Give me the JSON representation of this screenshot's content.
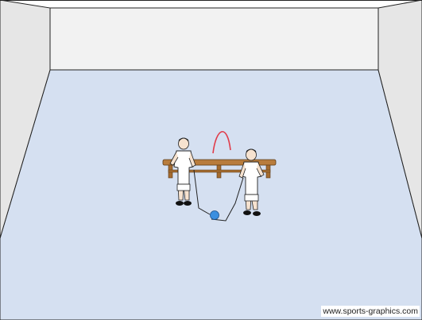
{
  "watermark": "www.sports-graphics.com",
  "scene": {
    "description_free": true,
    "floor_color": "#d5e0f1",
    "wall_color": "#f1f1f1",
    "side_wall_color": "#e6e6e6",
    "bench_color": "#b87c3c",
    "ball_color": "#3b8fe0",
    "arc_color": "#e03c4a",
    "players": 2,
    "balls": 1
  }
}
